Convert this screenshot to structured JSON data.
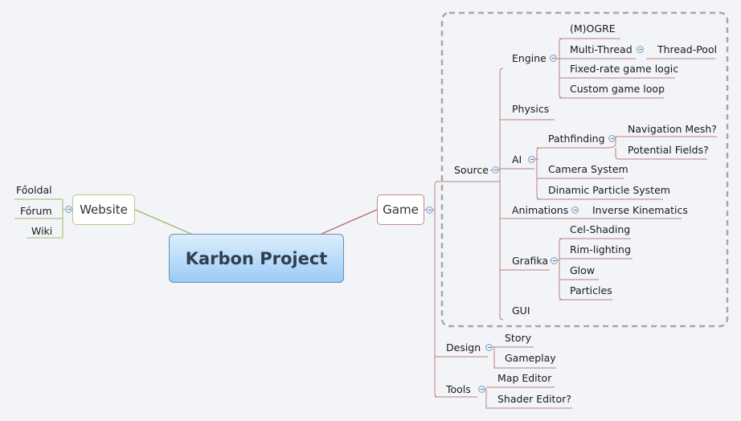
{
  "central": {
    "title": "Karbon Project"
  },
  "website": {
    "label": "Website",
    "children": [
      "Főoldal",
      "Fórum",
      "Wiki"
    ]
  },
  "game": {
    "label": "Game",
    "source": {
      "label": "Source",
      "engine": {
        "label": "Engine",
        "mogre": "(M)OGRE",
        "multithread": "Multi-Thread",
        "threadpool": "Thread-Pool",
        "fixedrate": "Fixed-rate game logic",
        "customloop": "Custom game loop"
      },
      "physics": "Physics",
      "ai": {
        "label": "AI",
        "pathfinding": "Pathfinding",
        "navmesh": "Navigation Mesh?",
        "potential": "Potential Fields?",
        "camera": "Camera System",
        "particle": "Dinamic Particle System"
      },
      "animations": {
        "label": "Animations",
        "ik": "Inverse Kinematics"
      },
      "grafika": {
        "label": "Grafika",
        "children": [
          "Cel-Shading",
          "Rim-lighting",
          "Glow",
          "Particles"
        ]
      },
      "gui": "GUI"
    },
    "design": {
      "label": "Design",
      "children": [
        "Story",
        "Gameplay"
      ]
    },
    "tools": {
      "label": "Tools",
      "children": [
        "Map Editor",
        "Shader Editor?"
      ]
    }
  }
}
